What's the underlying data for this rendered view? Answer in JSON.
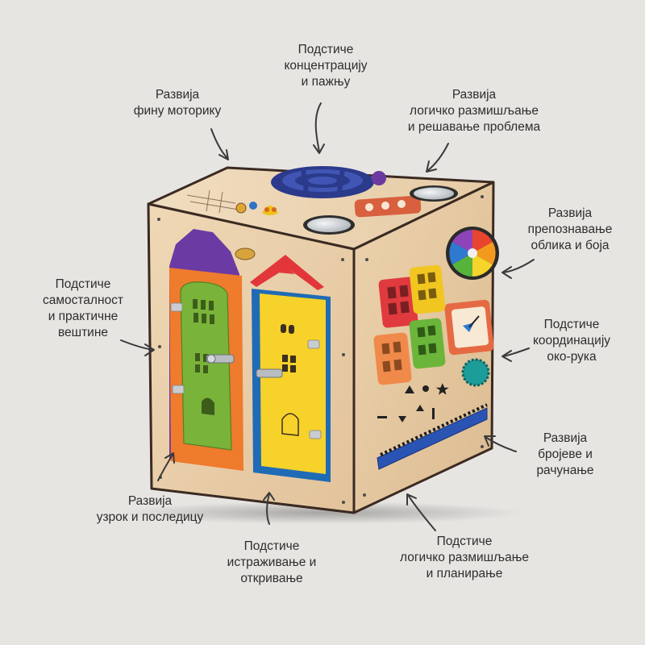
{
  "colors": {
    "background": "#e7e5e2",
    "wood": "#e9cfaa",
    "wood_dark": "#d9b88e",
    "edge": "#3a2a22",
    "text": "#2d2d2d"
  },
  "labels": {
    "concentration": [
      "Подстиче",
      "концентрацију",
      "и пажњу"
    ],
    "fine_motor": [
      "Развија",
      "фину моторику"
    ],
    "logic_problem": [
      "Развија",
      "логичко размишљање",
      "и решавање проблема"
    ],
    "shapes_colors": [
      "Развија",
      "препознавање",
      "облика и боја"
    ],
    "independence": [
      "Подстиче",
      "самосталност",
      "и практичне",
      "вештине"
    ],
    "eye_hand": [
      "Подстиче",
      "координацију",
      "око-рука"
    ],
    "numbers": [
      "Развија",
      "бројеве и",
      "рачунање"
    ],
    "cause_effect": [
      "Развија",
      "узрок и последицу"
    ],
    "exploration": [
      "Подстиче",
      "истраживање и",
      "откривање"
    ],
    "logic_planning": [
      "Подстиче",
      "логичко размишљање",
      "и планирање"
    ]
  },
  "icons": [
    "arrow-icon",
    "busy-cube-image"
  ]
}
